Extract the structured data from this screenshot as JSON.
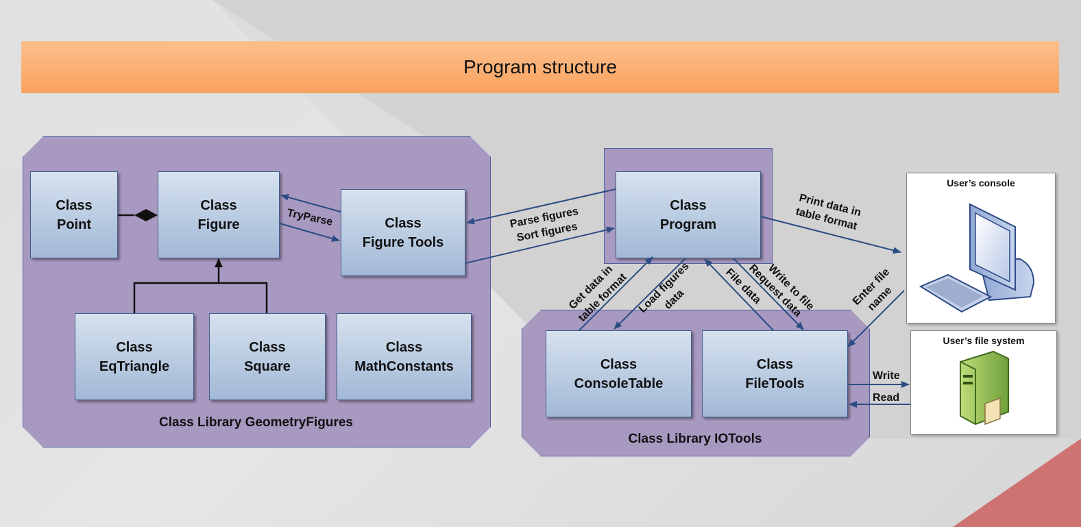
{
  "title": "Program structure",
  "libraries": {
    "geometry": "Class Library GeometryFigures",
    "iotools": "Class Library IOTools"
  },
  "classes": {
    "point": [
      "Class",
      "Point"
    ],
    "figure": [
      "Class",
      "Figure"
    ],
    "figure_tools": [
      "Class",
      "Figure Tools"
    ],
    "eq_triangle": [
      "Class",
      "EqTriangle"
    ],
    "square": [
      "Class",
      "Square"
    ],
    "math_constants": [
      "Class",
      "MathConstants"
    ],
    "program": [
      "Class",
      "Program"
    ],
    "console_table": [
      "Class",
      "ConsoleTable"
    ],
    "file_tools": [
      "Class",
      "FileTools"
    ]
  },
  "panels": {
    "console": "User’s console",
    "file_system": "User’s file system"
  },
  "edge_labels": {
    "tryparse": "TryParse",
    "parse_figures": "Parse figures",
    "sort_figures": "Sort figures",
    "print_data_1": "Print data in",
    "print_data_2": "table format",
    "get_data_1": "Get data in",
    "get_data_2": "table format",
    "load_figures_1": "Load figures",
    "load_figures_2": "data",
    "file_data": "File data",
    "write_to_file": "Write to file",
    "request_data": "Request data",
    "enter_file_1": "Enter file",
    "enter_file_2": "name",
    "write": "Write",
    "read": "Read"
  },
  "colors": {
    "title_bar": "#f9a25e",
    "library_fill": "#a899c1",
    "class_box": "#b9cbe1",
    "arrow": "#2c4c84"
  }
}
